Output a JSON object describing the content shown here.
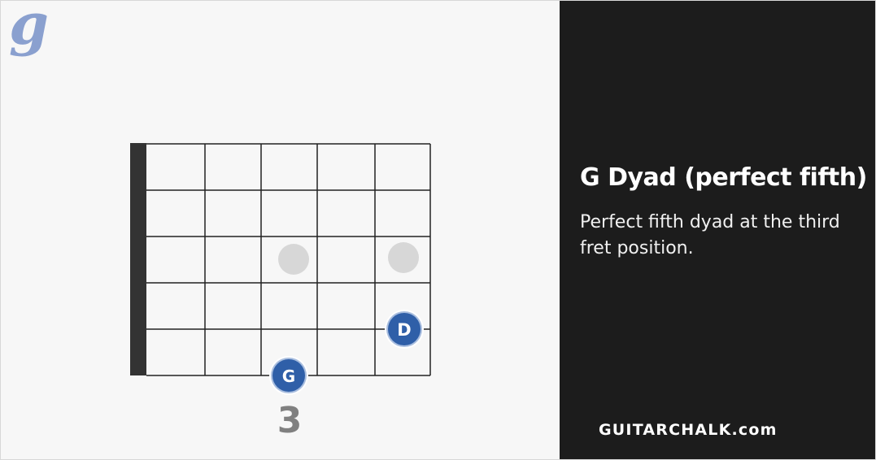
{
  "logo": {
    "letter": "g",
    "color": "#8aa0cf"
  },
  "chord": {
    "title": "G Dyad (perfect fifth)",
    "description": "Perfect fifth dyad at the third fret position.",
    "fret_label": "3",
    "colors": {
      "note_fill": "#2f5fa8",
      "ghost_fill": "#d7d7d7",
      "nut": "#333333",
      "grid": "#222222"
    },
    "notes": [
      {
        "name": "G",
        "string": 3,
        "fret": 0
      },
      {
        "name": "D",
        "string": 5,
        "fret": 1
      }
    ],
    "ghost_dots": [
      {
        "string": 3,
        "fret": 3
      },
      {
        "string": 5,
        "fret": 3
      }
    ]
  },
  "brand": {
    "text": "GUITARCHALK.com"
  }
}
